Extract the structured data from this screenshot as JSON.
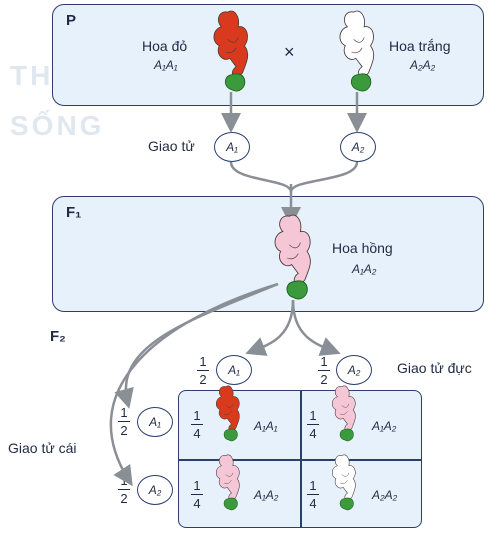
{
  "watermark": [
    "THỨC",
    "SỐNG"
  ],
  "p": {
    "label": "P",
    "red": {
      "name": "Hoa đỏ",
      "genotype": "A₁A₁"
    },
    "cross": "×",
    "white": {
      "name": "Hoa trắng",
      "genotype": "A₂A₂"
    },
    "gamete_label": "Giao tử",
    "gamete1": "A₁",
    "gamete2": "A₂"
  },
  "f1": {
    "label": "F₁",
    "name": "Hoa hồng",
    "genotype": "A₁A₂"
  },
  "f2": {
    "label": "F₂",
    "male_gametes_label": "Giao tử đực",
    "female_gametes_label": "Giao tử cái",
    "male": [
      {
        "num": "1",
        "den": "2",
        "gamete": "A₁"
      },
      {
        "num": "1",
        "den": "2",
        "gamete": "A₂"
      }
    ],
    "female": [
      {
        "num": "1",
        "den": "2",
        "gamete": "A₁"
      },
      {
        "num": "1",
        "den": "2",
        "gamete": "A₂"
      }
    ],
    "cells": [
      {
        "num": "1",
        "den": "4",
        "genotype": "A₁A₁",
        "color": "red"
      },
      {
        "num": "1",
        "den": "4",
        "genotype": "A₁A₂",
        "color": "pink"
      },
      {
        "num": "1",
        "den": "4",
        "genotype": "A₁A₂",
        "color": "pink"
      },
      {
        "num": "1",
        "den": "4",
        "genotype": "A₂A₂",
        "color": "white"
      }
    ]
  },
  "colors": {
    "red": "#d93a1e",
    "pink": "#f4c6d6",
    "white": "#ffffff",
    "leaf": "#3a9a3c",
    "box": "#e7f1fb",
    "line": "#2b3f6b",
    "arrow": "#8a8f96"
  }
}
